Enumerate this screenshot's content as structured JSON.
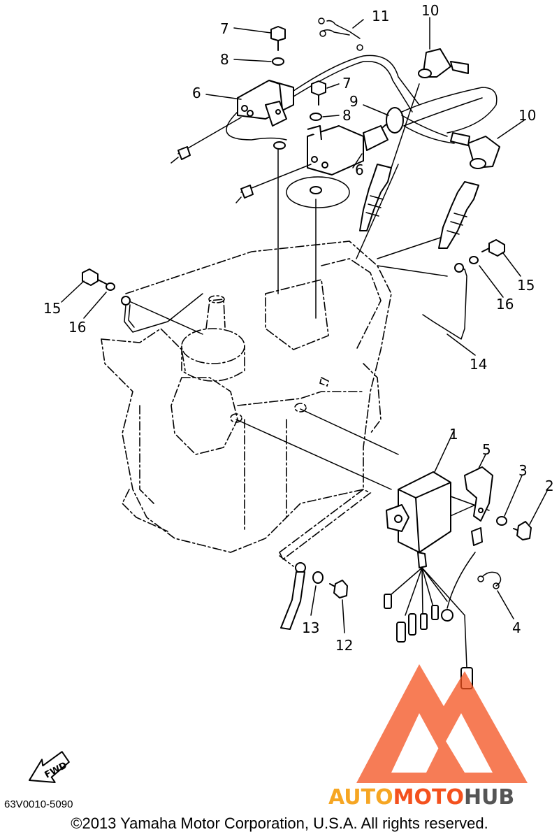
{
  "diagram": {
    "callouts": [
      "1",
      "2",
      "3",
      "4",
      "5",
      "6",
      "6",
      "7",
      "7",
      "8",
      "8",
      "9",
      "10",
      "10",
      "11",
      "12",
      "13",
      "14",
      "15",
      "15",
      "16",
      "16"
    ],
    "direction_label": "FWD",
    "drawing_code": "63V0010-5090",
    "copyright": "©2013 Yamaha Motor Corporation, U.S.A. All rights reserved."
  },
  "watermark": {
    "text_auto": "AUTO",
    "text_moto": "MOTO",
    "text_hub": "HUB",
    "accent_color": "#f4511e",
    "primary_color": "#f6a623",
    "dark_color": "#555555"
  }
}
